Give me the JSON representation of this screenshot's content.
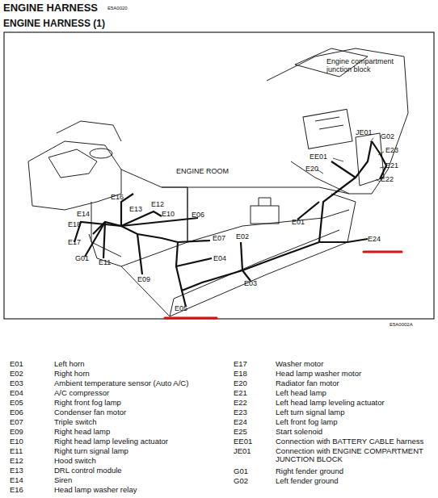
{
  "diagram": {
    "title": "ENGINE HARNESS",
    "labels": [
      "E5A0020",
      "ENGINE HARNESS (1)",
      "Engine compartment junction block",
      "ENGINE ROOM",
      "JE01",
      "G02",
      "EE01",
      "E23",
      "E20",
      "E21",
      "E22",
      "E16",
      "E12",
      "E13",
      "E10",
      "E06",
      "E14",
      "E18",
      "E01",
      "E17",
      "E07",
      "E02",
      "G01",
      "E11",
      "E04",
      "E09",
      "E03",
      "E24",
      "E05",
      "E5A0002A",
      "E01",
      "Left horn",
      "E02",
      "Right horn",
      "E03",
      "Ambient temperature sensor (Auto A/C)",
      "E04",
      "A/C compressor",
      "E05",
      "Right front fog lamp",
      "E06",
      "Condenser fan motor",
      "E07",
      "Triple switch",
      "E09",
      "Right head lamp",
      "E10",
      "Right head lamp leveling actuator",
      "E11",
      "Right turn signal lamp",
      "E12",
      "Hood switch",
      "E13",
      "DRL control module",
      "E14",
      "Siren",
      "E16",
      "Head lamp washer relay",
      "E17",
      "Washer motor",
      "E18",
      "Head lamp washer motor",
      "E20",
      "Radiator fan motor",
      "E21",
      "Left head lamp",
      "E22",
      "Left head lamp leveling actuator",
      "E23",
      "Left turn signal lamp",
      "E24",
      "Left front fog lamp",
      "E25",
      "Start solenoid",
      "EE01",
      "Connection with BATTERY CABLE harness",
      "JE01",
      "Connection with ENGINE COMPARTMENT JUNCTION BLOCK",
      "G01",
      "Right fender ground",
      "G02",
      "Left fender ground"
    ]
  }
}
